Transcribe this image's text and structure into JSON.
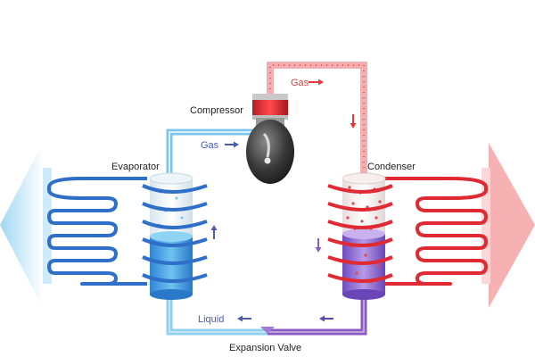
{
  "labels": {
    "compressor": "Compressor",
    "evaporator": "Evaporator",
    "condenser": "Condenser",
    "gas_top": "Gas",
    "gas_left": "Gas",
    "liquid": "Liquid",
    "expansion_valve": "Expansion Valve"
  },
  "colors": {
    "cold": "#2f6fc8",
    "cold_light": "#8fd0ef",
    "hot": "#e02a33",
    "hot_light": "#f3b7b8",
    "mixed": "#8a5bc4",
    "liquid_cold": "#3a9be0",
    "arrow_cold": "#4a5bb0",
    "arrow_hot": "#e03a3a"
  },
  "icons": {
    "compressor": "compressor-icon",
    "flow_arrow": "flow-arrow-icon"
  }
}
